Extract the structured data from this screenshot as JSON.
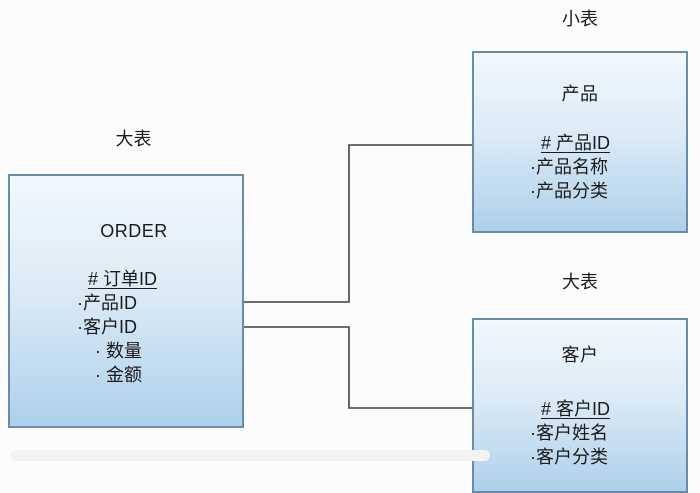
{
  "diagram": {
    "background": "#fcfcfc",
    "colors": {
      "box_border": "#6a8cab",
      "box_fill_top": "#f2f8fd",
      "box_fill_bottom": "#aed0ea",
      "connector": "#404040",
      "text": "#1b1b1b"
    },
    "tables": [
      {
        "tag": "大表",
        "title": "ORDER",
        "fields": [
          {
            "text": "# 订单ID",
            "key": true
          },
          {
            "text": "·产品ID",
            "key": false
          },
          {
            "text": "·客户ID",
            "key": false
          },
          {
            "text": "· 数量",
            "key": false
          },
          {
            "text": "· 金额",
            "key": false
          }
        ]
      },
      {
        "tag": "小表",
        "title": "产品",
        "fields": [
          {
            "text": "# 产品ID",
            "key": true
          },
          {
            "text": "·产品名称",
            "key": false
          },
          {
            "text": "·产品分类",
            "key": false
          }
        ]
      },
      {
        "tag": "大表",
        "title": "客户",
        "fields": [
          {
            "text": "# 客户ID",
            "key": true
          },
          {
            "text": "·客户姓名",
            "key": false
          },
          {
            "text": "·客户分类",
            "key": false
          }
        ]
      }
    ],
    "connectors": [
      {
        "from": "ORDER.产品ID",
        "to": "产品.# 产品ID"
      },
      {
        "from": "ORDER.客户ID",
        "to": "客户.# 客户ID"
      }
    ]
  }
}
